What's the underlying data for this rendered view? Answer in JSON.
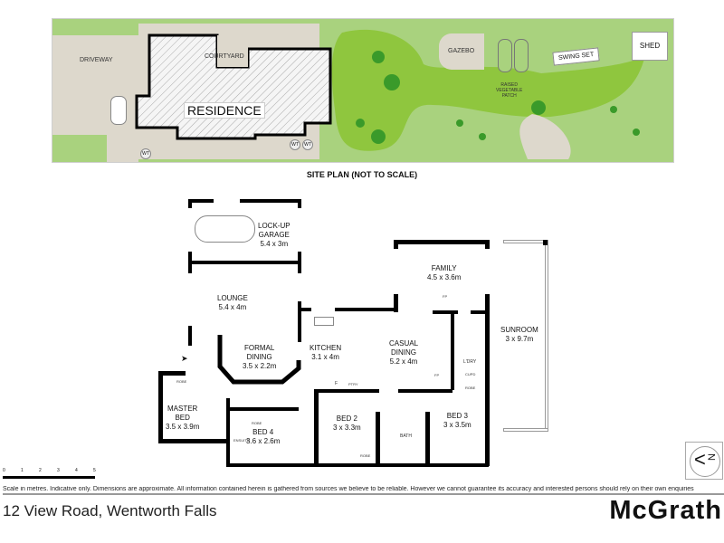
{
  "site_plan": {
    "title": "SITE PLAN (NOT TO SCALE)",
    "labels": {
      "driveway": "DRIVEWAY",
      "courtyard": "COURTYARD",
      "residence": "RESIDENCE",
      "gazebo": "GAZEBO",
      "swing_set": "SWING SET",
      "shed": "SHED",
      "vegetable_patch": "RAISED\nVEGETABLE\nPATCH",
      "water_tank": "WT"
    },
    "colors": {
      "lawn": "#8fc63e",
      "garden": "#a9d27e",
      "paving": "#ddd8cc",
      "trees": "#3a9a2a"
    }
  },
  "floor_plan": {
    "rooms": [
      {
        "id": "garage",
        "name": "LOCK-UP\nGARAGE",
        "size": "5.4 x 3m"
      },
      {
        "id": "lounge",
        "name": "LOUNGE",
        "size": "5.4 x 4m"
      },
      {
        "id": "formal-dining",
        "name": "FORMAL\nDINING",
        "size": "3.5 x 2.2m"
      },
      {
        "id": "kitchen",
        "name": "KITCHEN",
        "size": "3.1 x 4m"
      },
      {
        "id": "family",
        "name": "FAMILY",
        "size": "4.5 x 3.6m"
      },
      {
        "id": "casual-dining",
        "name": "CASUAL\nDINING",
        "size": "5.2 x 4m"
      },
      {
        "id": "sunroom",
        "name": "SUNROOM",
        "size": "3 x 9.7m"
      },
      {
        "id": "master-bed",
        "name": "MASTER\nBED",
        "size": "3.5 x 3.9m"
      },
      {
        "id": "bed4",
        "name": "BED 4",
        "size": "3.6 x 2.6m"
      },
      {
        "id": "bed2",
        "name": "BED 2",
        "size": "3 x 3.3m"
      },
      {
        "id": "bed3",
        "name": "BED 3",
        "size": "3 x 3.5m"
      }
    ],
    "small_labels": {
      "fp": "FP",
      "ldry": "L'DRY",
      "cupd": "CUPD",
      "robe": "ROBE",
      "bath": "BATH",
      "ensuite": "ENSUITE",
      "pantry": "PTRY",
      "fridge": "F"
    }
  },
  "scale_bar": {
    "ticks": [
      "0",
      "1",
      "2",
      "3",
      "4",
      "5"
    ],
    "unit": "metres"
  },
  "disclaimer": "Scale in metres. Indicative only. Dimensions are approximate. All information contained herein is gathered from sources we believe to be reliable. However we cannot guarantee its accuracy and interested persons should rely on their own enquiries",
  "footer": {
    "address": "12 View Road, Wentworth Falls",
    "brand": "McGrath"
  },
  "compass": {
    "label": "N"
  }
}
